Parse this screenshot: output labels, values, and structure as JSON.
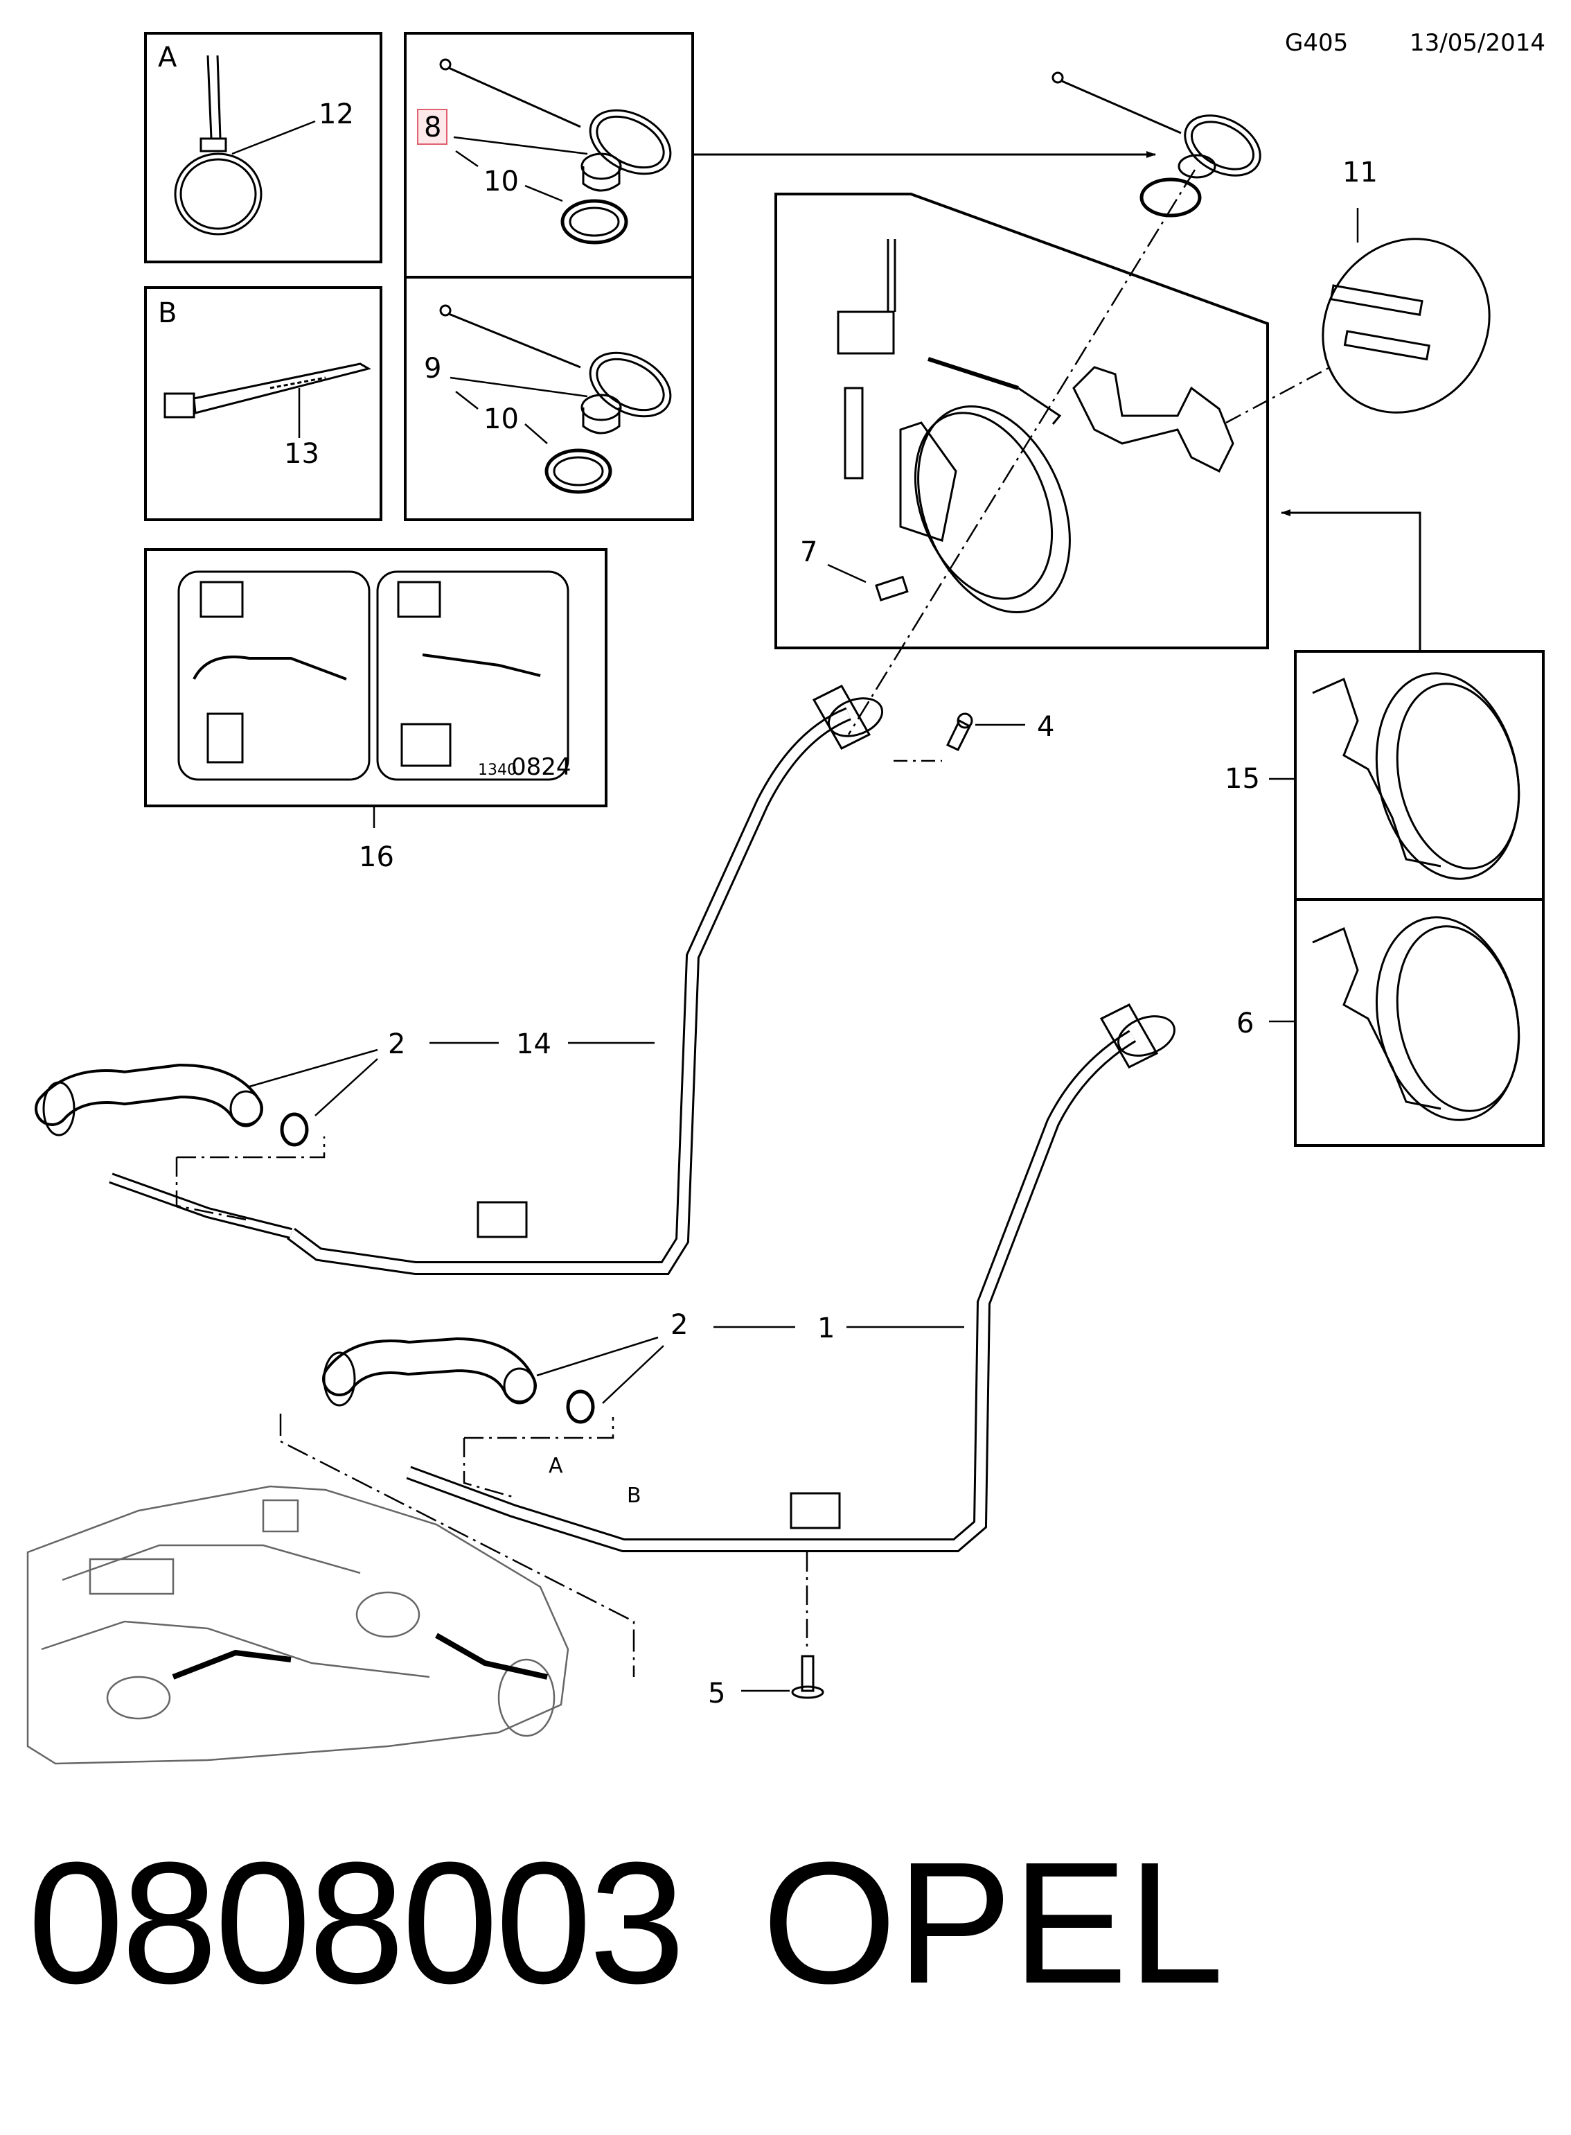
{
  "header": {
    "diagram_code": "G405",
    "date": "13/05/2014"
  },
  "footer": {
    "part_number": "0808003",
    "brand": "OPEL"
  },
  "callouts": {
    "c1": "1",
    "c2a": "2",
    "c2b": "2",
    "c4": "4",
    "c5": "5",
    "c6": "6",
    "c7": "7",
    "c8": "8",
    "c9": "9",
    "c10a": "10",
    "c10b": "10",
    "c11": "11",
    "c12": "12",
    "c13": "13",
    "c14": "14",
    "c15": "15",
    "c16": "16"
  },
  "insets": {
    "a": "A",
    "b": "B"
  },
  "pipe_labels": {
    "a": "A",
    "b": "B"
  },
  "label_code": {
    "prefix": "1340",
    "suffix": "0824"
  },
  "colors": {
    "line": "#000000",
    "highlight": "#e06070",
    "highlight_fill": "#fde8ea",
    "tank": "#666666"
  }
}
